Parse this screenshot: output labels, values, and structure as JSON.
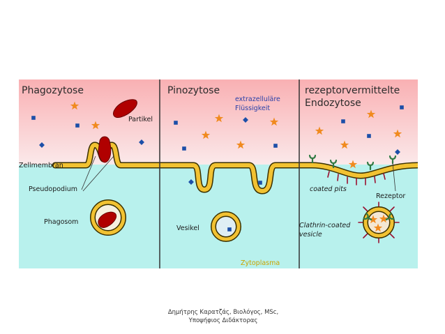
{
  "panels": {
    "phago": {
      "title": "Phagozytose",
      "particle": "Partikel",
      "membrane": "Zellmembran",
      "pseudopodium": "Pseudopodium",
      "phagosome": "Phagosom"
    },
    "pino": {
      "title": "Pinozytose",
      "extracellular_1": "extrazelluläre",
      "extracellular_2": "Flüssigkeit",
      "vesicle": "Vesikel",
      "cytoplasm": "Zytoplasma"
    },
    "rme": {
      "title_1": "rezeptorvermittelte",
      "title_2": "Endozytose",
      "coated_pits": "coated pits",
      "receptor": "Rezeptor",
      "clathrin_1": "Clathrin-coated",
      "clathrin_2": "vesicle"
    }
  },
  "caption": {
    "line1": "Δημήτρης Καρατζάς, Βιολόγος, MSc,",
    "line2": "Υποψήφιος Διδάκτορας"
  },
  "colors": {
    "extracellular_top": "#f9b0b3",
    "extracellular_bottom": "#fbe9ea",
    "cytoplasm": "#b8f1ed",
    "membrane_fill": "#f2c232",
    "membrane_edge": "#3a3000",
    "particle": "#b00000",
    "star": "#f08a1e",
    "ion": "#1c4fa8",
    "receptor": "#2f7a43",
    "clathrin": "#9a1030"
  },
  "icons": {
    "molecule": "star-icon",
    "ion": "square-icon",
    "receptor": "receptor-icon"
  }
}
